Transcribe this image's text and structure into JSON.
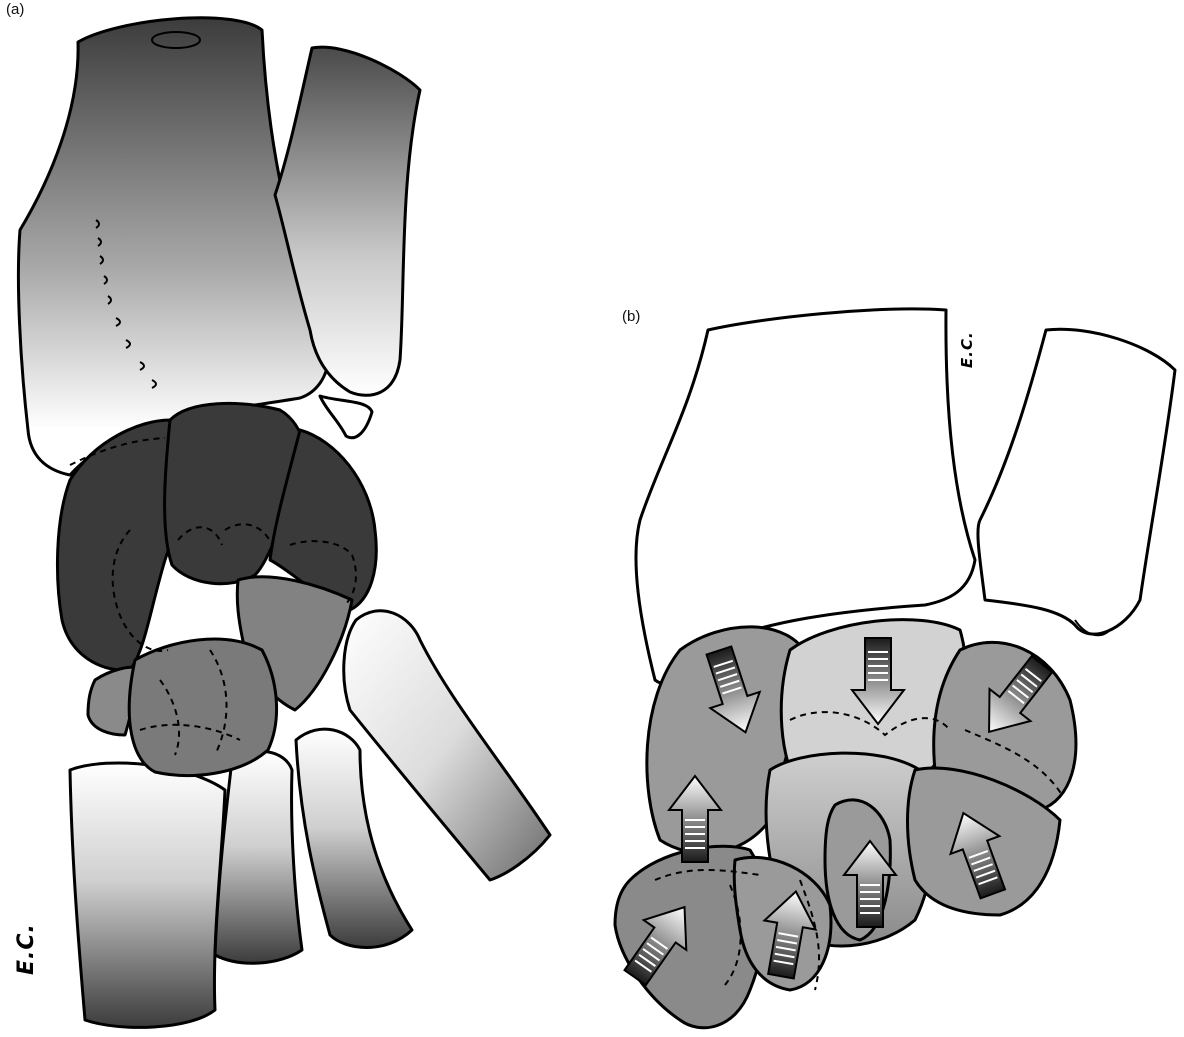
{
  "panels": {
    "a": {
      "label": "(a)"
    },
    "b": {
      "label": "(b)"
    }
  },
  "signatures": {
    "a": "E.C.",
    "b": "E.C."
  },
  "colors": {
    "dark_bone": "#3a3a3a",
    "mid_bone": "#7d7d7d",
    "light_bone": "#c8c8c8",
    "white": "#ffffff",
    "outline": "#000000"
  },
  "icons": {
    "arrow_down": "down-arrow-icon",
    "arrow_up": "up-arrow-icon"
  }
}
